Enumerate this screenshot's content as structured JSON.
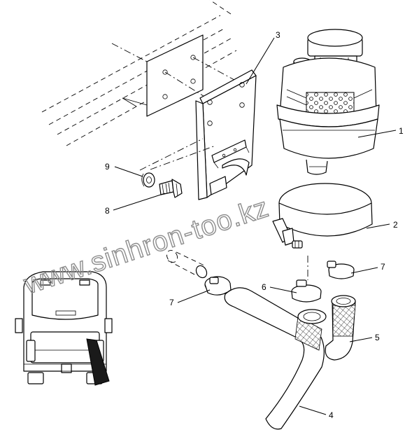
{
  "callouts": [
    {
      "id": "1",
      "label": "1"
    },
    {
      "id": "2",
      "label": "2"
    },
    {
      "id": "3",
      "label": "3"
    },
    {
      "id": "4",
      "label": "4"
    },
    {
      "id": "5",
      "label": "5"
    },
    {
      "id": "6",
      "label": "6"
    },
    {
      "id": "7a",
      "label": "7"
    },
    {
      "id": "7b",
      "label": "7"
    },
    {
      "id": "8",
      "label": "8"
    },
    {
      "id": "9",
      "label": "9"
    }
  ],
  "watermark": "www.sinhron-too.kz",
  "colors": {
    "line": "#000000",
    "background": "#ffffff",
    "watermark": "#8c8c8c",
    "shade": "#1a1a1a"
  }
}
